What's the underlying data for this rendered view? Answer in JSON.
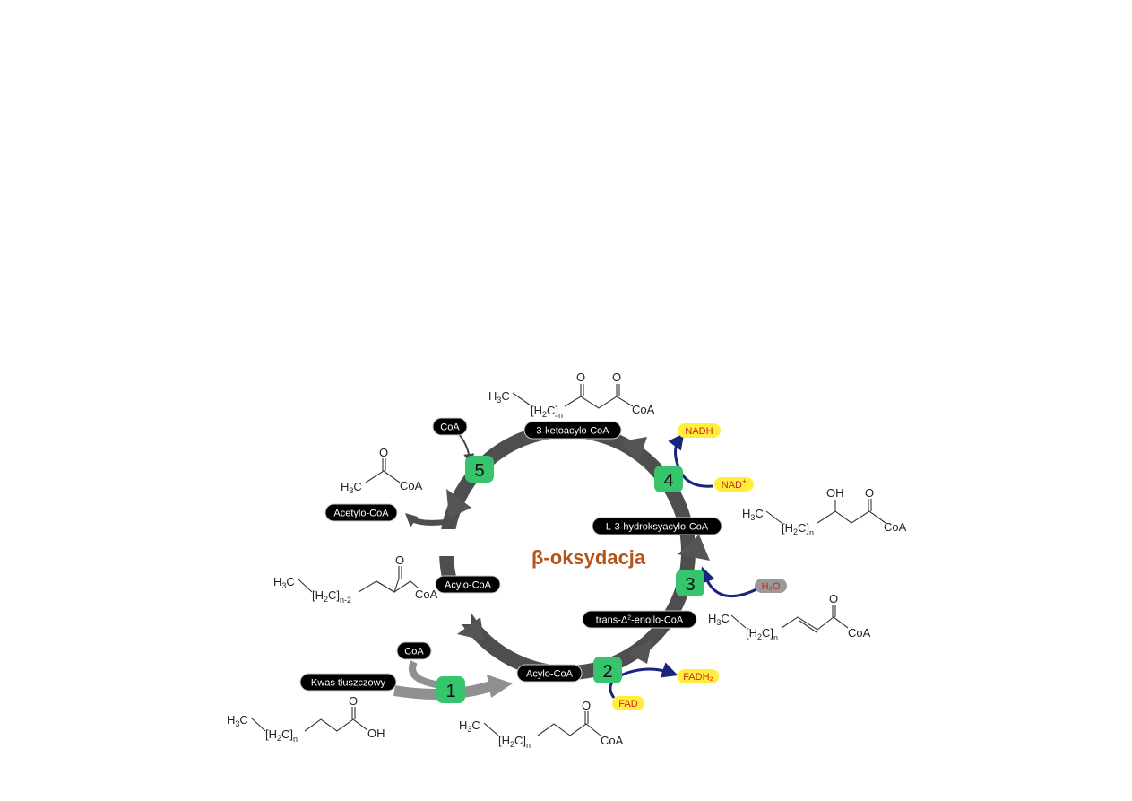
{
  "title": "β-oksydacja",
  "colors": {
    "step_badge": "#36c46c",
    "cycle_arrow": "#505050",
    "title": "#b5541a",
    "cofactor_bg": "#ffef3a",
    "cofactor_text": "#d02020",
    "water_bg": "#9a9a9a",
    "cofactor_arrow": "#1a237e"
  },
  "steps": [
    "1",
    "2",
    "3",
    "4",
    "5"
  ],
  "labels": {
    "ketoacyl": "3-ketoacylo-CoA",
    "hydroxyacyl": "L-3-hydroksyacylo-CoA",
    "enoyl_prefix": "trans-Δ",
    "enoyl_sup": "2",
    "enoyl_suffix": "-enoilo-CoA",
    "acyl_coa_bottom": "Acylo-CoA",
    "acyl_coa_left": "Acylo-CoA",
    "acetyl_coa": "Acetylo-CoA",
    "fatty_acid": "Kwas tłuszczowy",
    "coa_top": "CoA",
    "coa_bottom": "CoA"
  },
  "cofactors": {
    "nadh": "NADH",
    "nad_main": "NAD",
    "nad_sup": "+",
    "h2o": "H₂O",
    "fadh2": "FADH₂",
    "fad": "FAD"
  },
  "chem": {
    "h3c": "H",
    "h3c_sub": "3",
    "c_letter": "C",
    "h2c_open": "[H",
    "h2c_sub": "2",
    "h2c_close": "C]",
    "n": "n",
    "n_minus_2": "n-2",
    "o": "O",
    "oh": "OH",
    "coa": "CoA"
  }
}
